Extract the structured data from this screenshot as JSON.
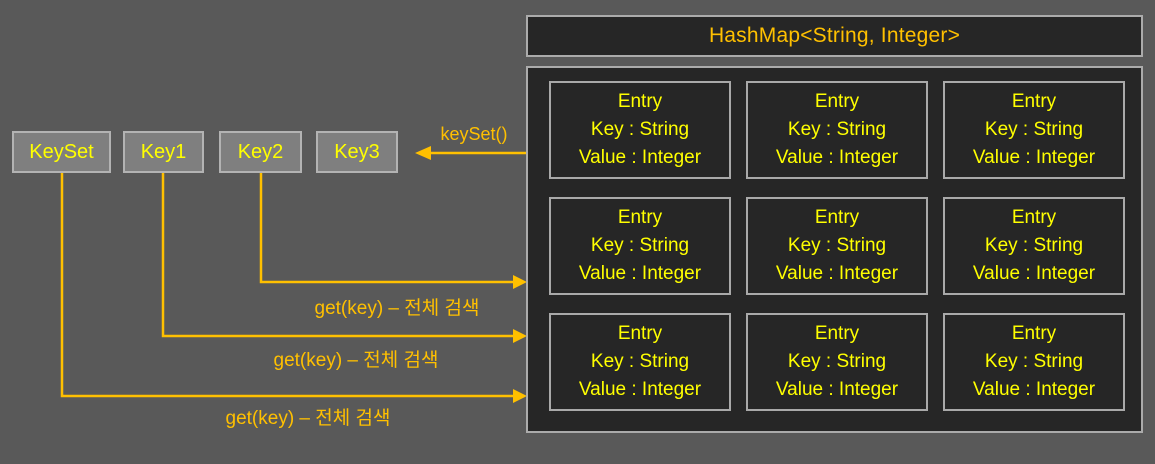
{
  "diagram": {
    "background_color": "#595959",
    "accent_orange": "#FFC000",
    "accent_yellow": "#FFFF00",
    "panel_fill": "#262626",
    "panel_border": "#ABABAB",
    "key_box_fill": "#7F7F7F"
  },
  "hashmap": {
    "title": "HashMap<String, Integer>",
    "entries": [
      {
        "lines": [
          "Entry",
          "Key : String",
          "Value : Integer"
        ]
      },
      {
        "lines": [
          "Entry",
          "Key : String",
          "Value : Integer"
        ]
      },
      {
        "lines": [
          "Entry",
          "Key : String",
          "Value : Integer"
        ]
      },
      {
        "lines": [
          "Entry",
          "Key : String",
          "Value : Integer"
        ]
      },
      {
        "lines": [
          "Entry",
          "Key : String",
          "Value : Integer"
        ]
      },
      {
        "lines": [
          "Entry",
          "Key : String",
          "Value : Integer"
        ]
      },
      {
        "lines": [
          "Entry",
          "Key : String",
          "Value : Integer"
        ]
      },
      {
        "lines": [
          "Entry",
          "Key : String",
          "Value : Integer"
        ]
      },
      {
        "lines": [
          "Entry",
          "Key : String",
          "Value : Integer"
        ]
      }
    ]
  },
  "keys": {
    "items": [
      {
        "label": "KeySet"
      },
      {
        "label": "Key1"
      },
      {
        "label": "Key2"
      },
      {
        "label": "Key3"
      }
    ]
  },
  "arrows": {
    "keyset_label": "keySet()",
    "get_labels": [
      {
        "text": "get(key) – 전체 검색"
      },
      {
        "text": "get(key) – 전체 검색"
      },
      {
        "text": "get(key) – 전체 검색"
      }
    ]
  }
}
